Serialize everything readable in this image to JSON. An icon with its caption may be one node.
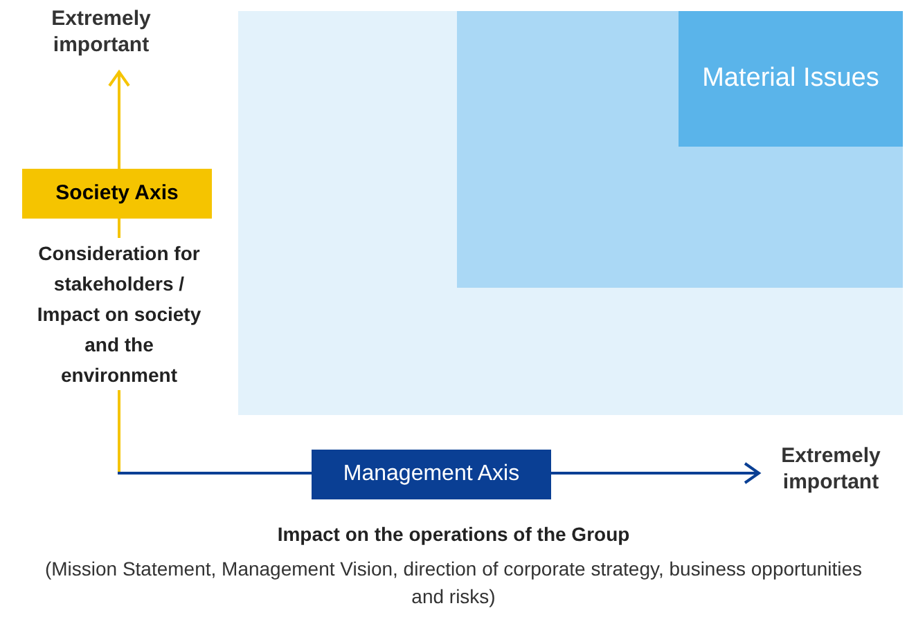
{
  "diagram": {
    "nodes": [
      {
        "text": [],
        "shape": "box"
      },
      {
        "text": [],
        "shape": "box",
        "in": 0
      },
      {
        "text": [
          "Material Issues"
        ],
        "in": 1
      },
      {
        "text": [
          "Society Axis"
        ]
      },
      {
        "text": [
          "Management Axis"
        ]
      }
    ],
    "labels": [
      "Extremely important",
      "Consideration for stakeholders / Impact on society and the environment",
      "Extremely important",
      "Impact on the operations of the Group",
      "(Mission Statement, Management Vision, direction of corporate strategy, business opportunities and risks)"
    ]
  }
}
